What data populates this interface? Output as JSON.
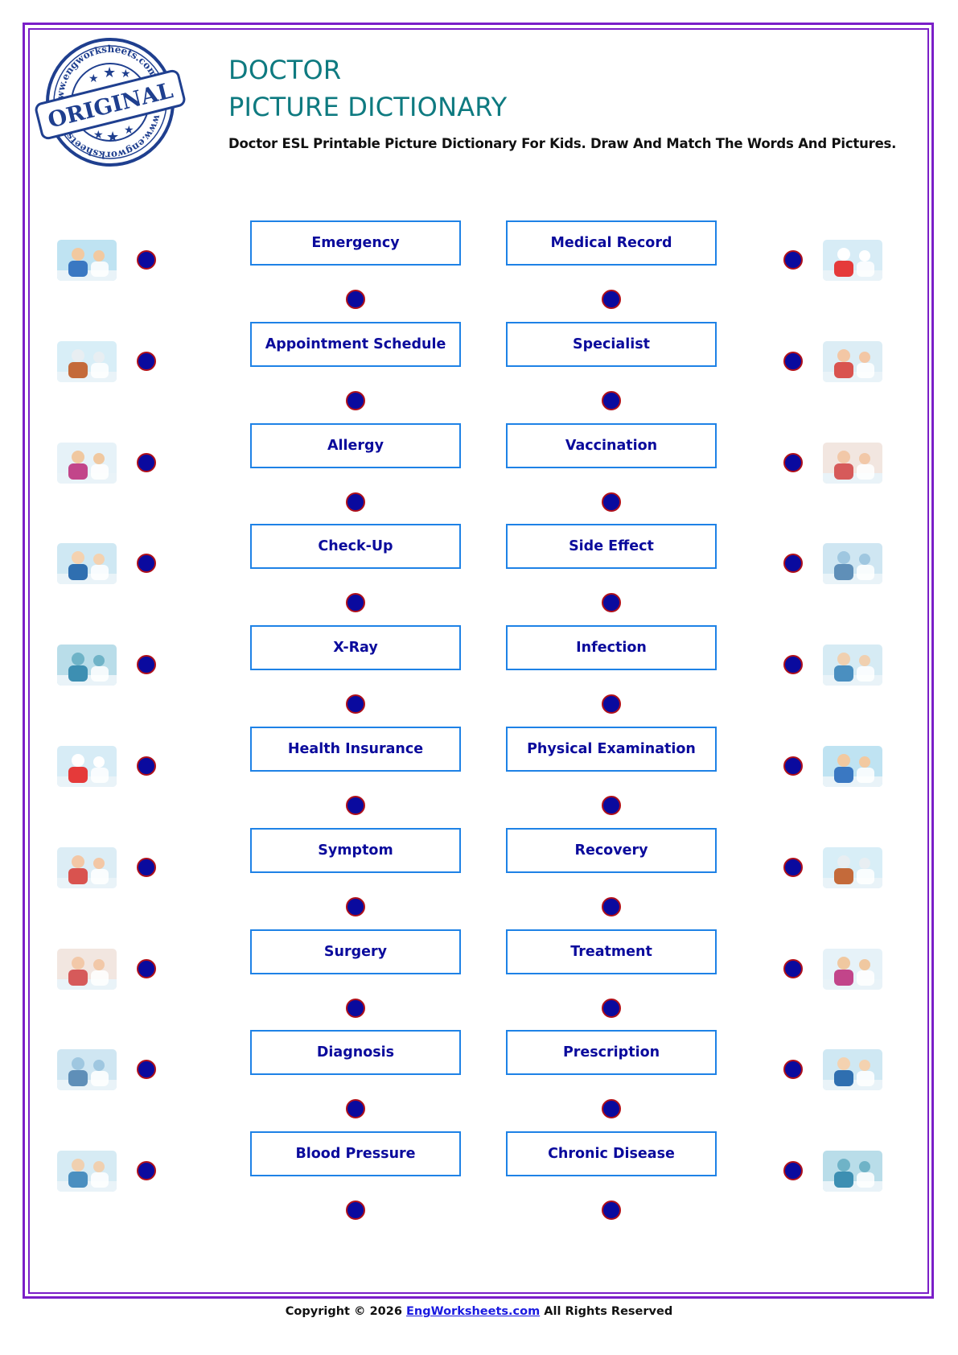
{
  "stamp": {
    "top_text": "www.engworksheets.com",
    "center_text": "ORIGINAL",
    "bottom_text": "www.engworksheets.com",
    "color": "#1f3f8f"
  },
  "header": {
    "title_line1": "DOCTOR",
    "title_line2": "PICTURE DICTIONARY",
    "subtitle": "Doctor ESL Printable Picture Dictionary For Kids. Draw And Match The Words And Pictures.",
    "title_color": "#0e7a80"
  },
  "colors": {
    "frame": "#7b1fc8",
    "box_border": "#1e82e6",
    "word_text": "#0b0b9c",
    "dot_fill": "#0a0a9e",
    "dot_border": "#b0101a"
  },
  "rows": [
    {
      "left_image": "elderly-man-coughing-image",
      "left_word": "Emergency",
      "right_word": "Medical Record",
      "right_image": "doctor-stethoscope-patient-image"
    },
    {
      "left_image": "clipboard-medicine-bottles-image",
      "left_word": "Appointment Schedule",
      "right_word": "Specialist",
      "right_image": "doctor-consulting-patient-image"
    },
    {
      "left_image": "child-with-germs-image",
      "left_word": "Allergy",
      "right_word": "Vaccination",
      "right_image": "boy-sneezing-tissue-image"
    },
    {
      "left_image": "doctor-xray-viewer-image",
      "left_word": "Check-Up",
      "right_word": "Side Effect",
      "right_image": "nurse-injection-boy-image"
    },
    {
      "left_image": "surgeons-operating-image",
      "left_word": "X-Ray",
      "right_word": "Infection",
      "right_image": "doctor-talking-boy-image"
    },
    {
      "left_image": "ambulance-image",
      "left_word": "Health Insurance",
      "right_word": "Physical Examination",
      "right_image": "doctor-blood-pressure-image"
    },
    {
      "left_image": "woman-sore-throat-image",
      "left_word": "Symptom",
      "right_word": "Recovery",
      "right_image": "calendar-stethoscope-image"
    },
    {
      "left_image": "woman-chest-pain-image",
      "left_word": "Surgery",
      "right_word": "Treatment",
      "right_image": "insurance-clipboard-money-image"
    },
    {
      "left_image": "xray-tablet-pills-image",
      "left_word": "Diagnosis",
      "right_word": "Prescription",
      "right_image": "two-doctors-tablet-image"
    },
    {
      "left_image": "patient-hospital-bed-image",
      "left_word": "Blood Pressure",
      "right_word": "Chronic Disease",
      "right_image": "medical-clipboard-image"
    }
  ],
  "footer": {
    "prefix": "Copyright © 2026",
    "link": "EngWorksheets.com",
    "suffix": "All Rights Reserved"
  }
}
